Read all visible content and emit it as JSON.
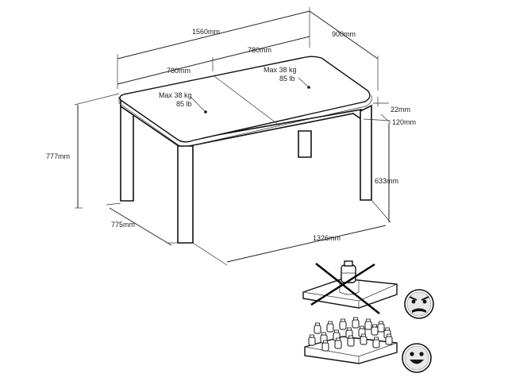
{
  "dimensions": {
    "length": "1560mm",
    "width": "900mm",
    "leaf_right": "780mm",
    "leaf_left": "780mm",
    "top_thickness": "22mm",
    "apron": "120mm",
    "height": "777mm",
    "leg_clearance": "633mm",
    "inner_width": "775mm",
    "inner_length": "1326mm"
  },
  "loads": {
    "left_line1": "Max 38 kg",
    "left_line2": "85 lb",
    "right_line1": "Max 38 kg",
    "right_line2": "85 lb"
  },
  "faces": {
    "bad": "angry-face-icon",
    "good": "happy-face-icon"
  }
}
